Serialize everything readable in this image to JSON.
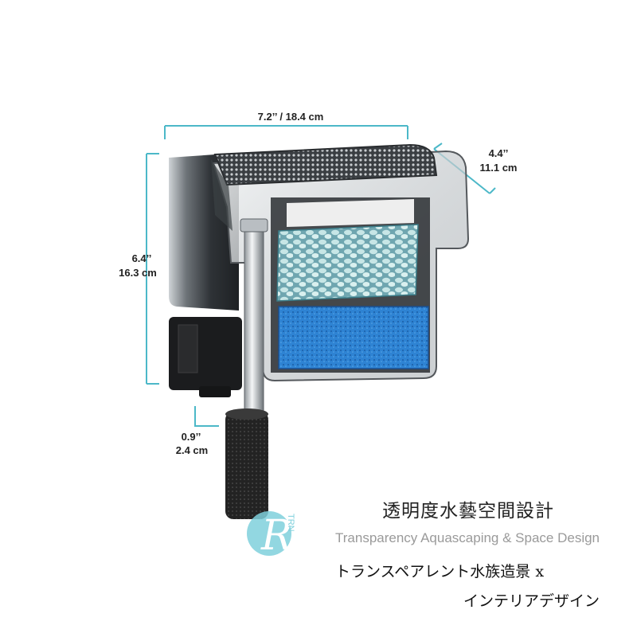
{
  "dimensions": {
    "width": "7.2’’ / 18.4 cm",
    "depth_in": "4.4’’",
    "depth_cm": "11.1 cm",
    "height_in": "6.4’’",
    "height_cm": "16.3 cm",
    "intake_in": "0.9’’",
    "intake_cm": "2.4 cm"
  },
  "branding": {
    "chinese": "透明度水藝空間設計",
    "english": "Transparency Aquascaping & Space Design",
    "japanese_line1": "トランスペアレント水族造景 x",
    "japanese_line2": "インテリアデザイン",
    "logo_letter": "R",
    "logo_side_text": "TRN"
  },
  "colors": {
    "dimension_line": "#4cb8c8",
    "logo": "#7fd0dc",
    "media_blue": "#2f86d6"
  },
  "icons": [
    "aquarium-filter-photo",
    "brand-logo"
  ]
}
